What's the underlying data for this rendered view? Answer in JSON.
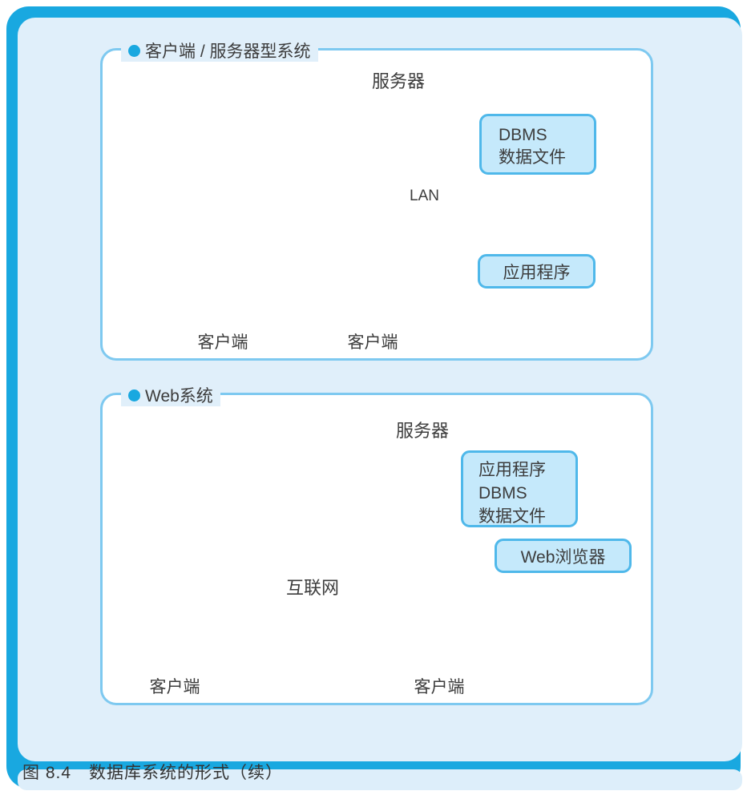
{
  "caption": "图 8.4　数据库系统的形式（续）",
  "colors": {
    "frame_blue": "#19a8e0",
    "background_light_blue": "#e0effa",
    "panel_border": "#7ec9f0",
    "box_fill": "#c5e9fb",
    "box_border": "#4fb8ea",
    "cloud_fill": "#d7effc",
    "cloud_border": "#5cc1ee",
    "text": "#3c3c3c",
    "lightning_gray": "#8c8c8c"
  },
  "panel1": {
    "title": "客户端 / 服务器型系统",
    "server_label": "服务器",
    "lan_label": "LAN",
    "client1_label": "客户端",
    "client2_label": "客户端",
    "dbms_box": {
      "line1": "DBMS",
      "line2": "数据文件"
    },
    "app_box": {
      "label": "应用程序"
    }
  },
  "panel2": {
    "title": "Web系统",
    "server_label": "服务器",
    "internet_label": "互联网",
    "client1_label": "客户端",
    "client2_label": "客户端",
    "server_box": {
      "line1": "应用程序",
      "line2": "DBMS",
      "line3": "数据文件"
    },
    "browser_box": {
      "label": "Web浏览器"
    }
  }
}
